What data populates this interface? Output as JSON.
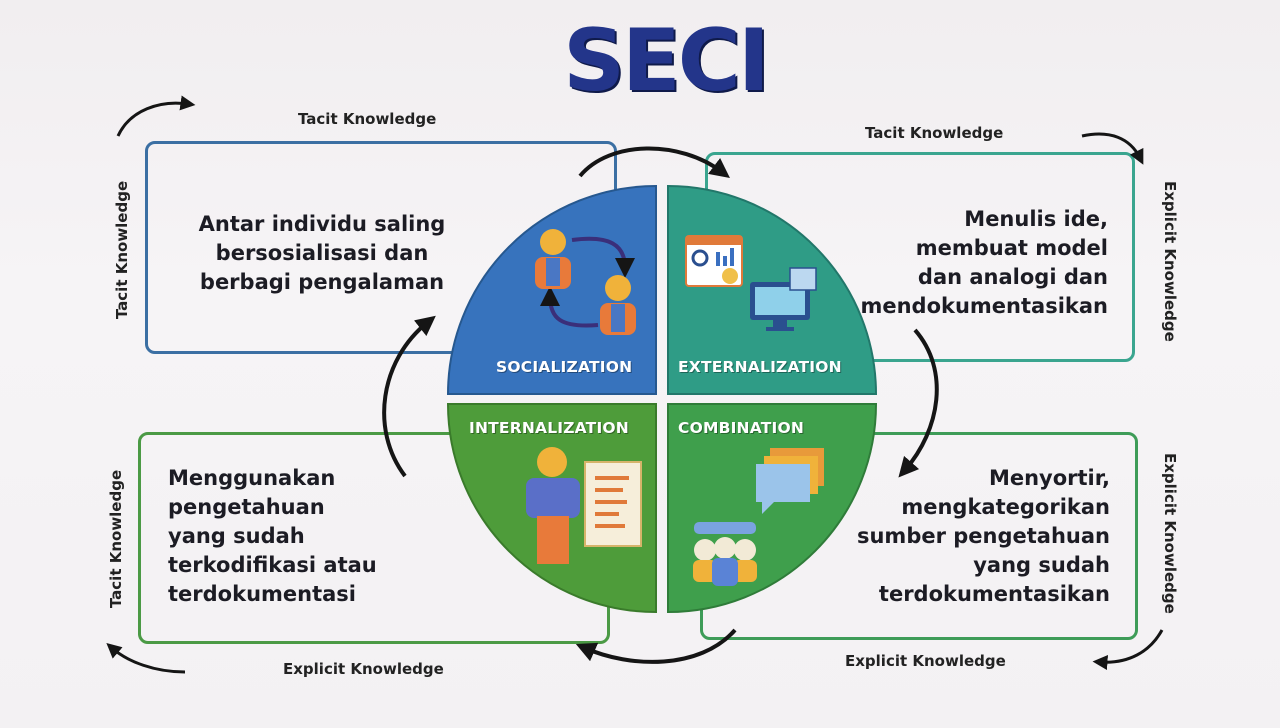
{
  "title": "SECI",
  "quadrants": {
    "socialization": {
      "label": "SOCIALIZATION",
      "color": "#3773bd",
      "description": "Antar individu saling bersosialisasi dan berbagi pengalaman",
      "lines": [
        "Antar individu saling",
        "bersosialisasi dan",
        "berbagi pengalaman"
      ]
    },
    "externalization": {
      "label": "EXTERNALIZATION",
      "color": "#2f9c86",
      "lines": [
        "Menulis ide,",
        "membuat model",
        "dan analogi dan",
        "mendokumentasikan"
      ]
    },
    "internalization": {
      "label": "INTERNALIZATION",
      "color": "#4e9c3a",
      "lines": [
        "Menggunakan",
        "pengetahuan",
        "yang sudah",
        "terkodifikasi atau",
        "terdokumentasi"
      ]
    },
    "combination": {
      "label": "COMBINATION",
      "color": "#3f9f4c",
      "lines": [
        "Menyortir,",
        "mengkategorikan",
        "sumber pengetahuan",
        "yang sudah",
        "terdokumentasikan"
      ]
    }
  },
  "knowledge_labels": {
    "top_left": "Tacit Knowledge",
    "top_right": "Tacit Knowledge",
    "left_upper": "Tacit Knowledge",
    "left_lower": "Tacit Knowledge",
    "right_upper": "Explicit Knowledge",
    "right_lower": "Explicit Knowledge",
    "bottom_left": "Explicit Knowledge",
    "bottom_right": "Explicit Knowledge"
  }
}
